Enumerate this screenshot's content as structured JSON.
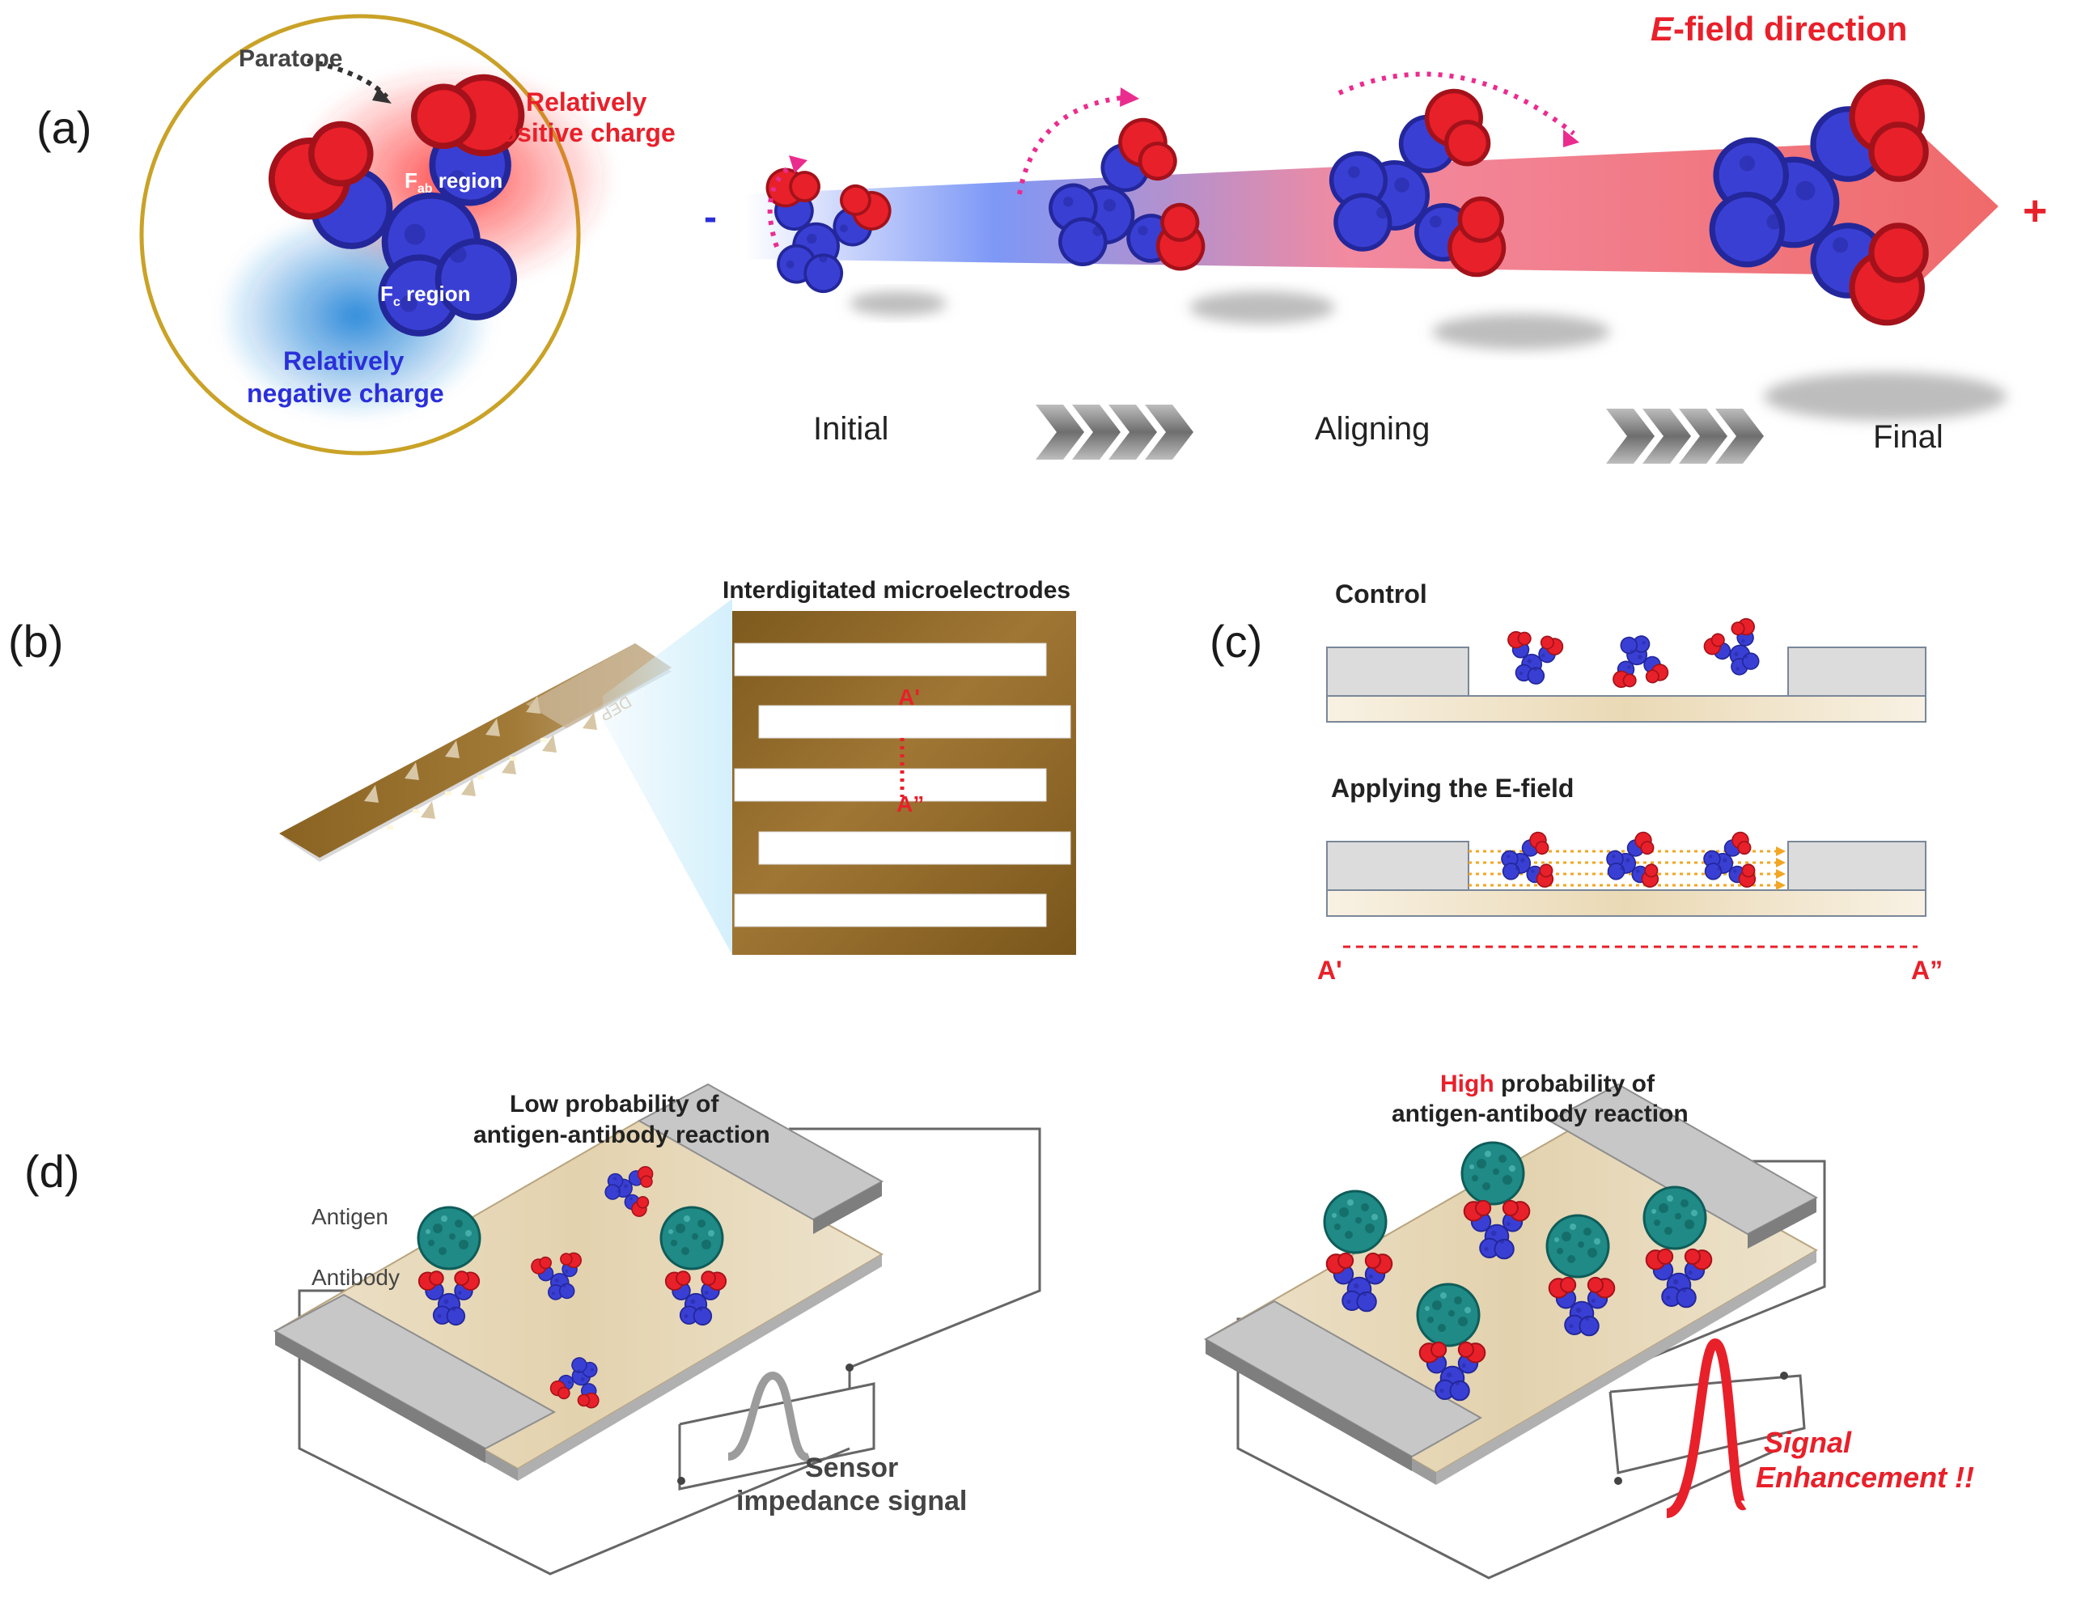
{
  "panel_labels": {
    "a": "(a)",
    "b": "(b)",
    "c": "(c)",
    "d": "(d)"
  },
  "a": {
    "paratope": "Paratope",
    "positive_charge": [
      "Relatively",
      "positive charge"
    ],
    "fab_label": "F",
    "fab_sub": "ab",
    "fab_suffix": " region",
    "fc_label": "F",
    "fc_sub": "c",
    "fc_suffix": " region",
    "negative_charge": [
      "Relatively",
      "negative charge"
    ],
    "efield_italic": "E",
    "efield_rest": "-field direction",
    "minus": "-",
    "plus": "+",
    "stages": [
      "Initial",
      "Aligning",
      "Final"
    ]
  },
  "b": {
    "title": "Interdigitated microelectrodes",
    "a_prime": "A'",
    "a_double": "A”",
    "chip_text": "DEP"
  },
  "c": {
    "control": "Control",
    "applying": "Applying the E-field",
    "a_prime": "A'",
    "a_double": "A”"
  },
  "d": {
    "low_title": [
      "Low probability of",
      "antigen-antibody reaction"
    ],
    "high_word": "High",
    "high_rest": " probability of",
    "high_line2": "antigen-antibody reaction",
    "antigen": "Antigen",
    "antibody": "Antibody",
    "sensor": [
      "Sensor",
      "impedance signal"
    ],
    "enhancement": [
      "Signal",
      "Enhancement !!"
    ]
  },
  "colors": {
    "positive": "#e8202a",
    "negative": "#3a3fd4",
    "antigen": "#1f8a86",
    "gold": "#c9a227",
    "electrode": "#8a6322",
    "field_arrow": "#f07070"
  }
}
